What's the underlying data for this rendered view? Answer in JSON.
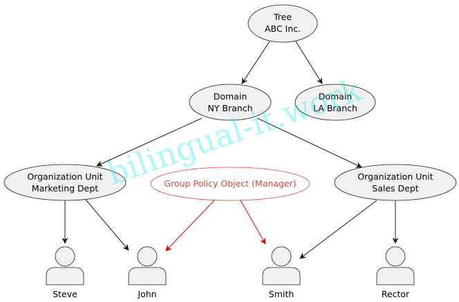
{
  "colors": {
    "node_fill": "#f1f1f1",
    "node_stroke": "#181818",
    "edge": "#181818",
    "gpo_stroke": "#e8413e",
    "gpo_text": "#e8413e",
    "gpo_edge": "#e60000",
    "watermark": "#00e5ee"
  },
  "nodes": {
    "tree": {
      "lines": [
        "Tree",
        "ABC Inc."
      ]
    },
    "ny": {
      "lines": [
        "Domain",
        "NY Branch"
      ]
    },
    "la": {
      "lines": [
        "Domain",
        "LA Branch"
      ]
    },
    "marketing": {
      "lines": [
        "Organization Unit",
        "Marketing Dept"
      ]
    },
    "sales": {
      "lines": [
        "Organization Unit",
        "Sales Dept"
      ]
    },
    "gpo": {
      "lines": [
        "Group Policy Object (Manager)"
      ]
    }
  },
  "actors": {
    "steve": {
      "label": "Steve",
      "icon": "user-icon"
    },
    "john": {
      "label": "John",
      "icon": "user-icon"
    },
    "smith": {
      "label": "Smith",
      "icon": "user-icon"
    },
    "rector": {
      "label": "Rector",
      "icon": "user-icon"
    }
  },
  "edges": [
    {
      "from": "tree",
      "to": "ny",
      "style": "normal"
    },
    {
      "from": "tree",
      "to": "la",
      "style": "normal"
    },
    {
      "from": "ny",
      "to": "marketing",
      "style": "normal"
    },
    {
      "from": "ny",
      "to": "sales",
      "style": "normal"
    },
    {
      "from": "marketing",
      "to": "steve",
      "style": "normal"
    },
    {
      "from": "marketing",
      "to": "john",
      "style": "normal"
    },
    {
      "from": "gpo",
      "to": "john",
      "style": "policy"
    },
    {
      "from": "gpo",
      "to": "smith",
      "style": "policy"
    },
    {
      "from": "sales",
      "to": "smith",
      "style": "normal"
    },
    {
      "from": "sales",
      "to": "rector",
      "style": "normal"
    }
  ],
  "watermark": "bilingual-it.work"
}
